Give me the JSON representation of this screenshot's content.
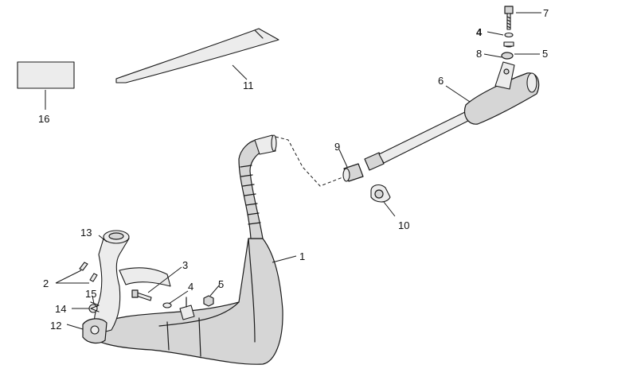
{
  "callouts": {
    "c1": "1",
    "c2": "2",
    "c3": "3",
    "c4a": "4",
    "c4b": "4",
    "c5a": "5",
    "c5b": "5",
    "c6": "6",
    "c7": "7",
    "c8": "8",
    "c9": "9",
    "c10": "10",
    "c11": "11",
    "c12": "12",
    "c13": "13",
    "c14": "14",
    "c15": "15",
    "c16": "16"
  },
  "colors": {
    "line": "#1a1a1a",
    "part_fill": "#d6d6d6",
    "background": "#ffffff"
  }
}
